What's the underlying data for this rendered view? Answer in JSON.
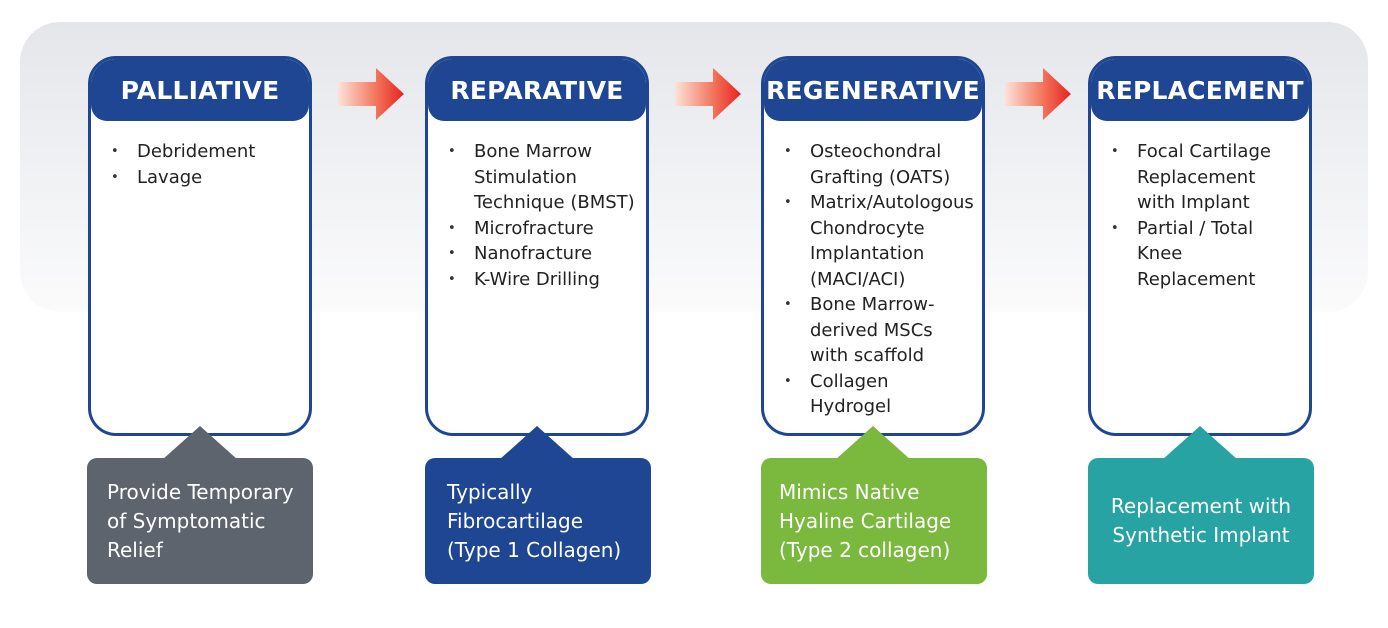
{
  "stages": [
    {
      "title": "PALLIATIVE",
      "items": [
        "Debridement",
        "Lavage"
      ],
      "note": "Provide Temporary of Symptomatic Relief",
      "note_color": "#5d646d"
    },
    {
      "title": "REPARATIVE",
      "items": [
        "Bone Marrow Stimulation Technique (BMST)",
        "Microfracture",
        "Nanofracture",
        "K-Wire Drilling"
      ],
      "note": "Typically Fibrocartilage (Type 1 Collagen)",
      "note_color": "#1e4693"
    },
    {
      "title": "REGENERATIVE",
      "items": [
        "Osteochondral Grafting (OATS)",
        "Matrix/Autologous Chondrocyte Implantation (MACI/ACI)",
        "Bone Marrow-derived MSCs with scaffold",
        "Collagen Hydrogel"
      ],
      "note": "Mimics Native Hyaline Cartilage (Type 2 collagen)",
      "note_color": "#7ab83e"
    },
    {
      "title": "REPLACEMENT",
      "items": [
        "Focal Cartilage Replacement with Implant",
        "Partial / Total Knee Replacement"
      ],
      "note": "Replacement with Synthetic Implant",
      "note_color": "#28a3a3"
    }
  ],
  "colors": {
    "header": "#1e4693",
    "arrow_start": "#fde2da",
    "arrow_end": "#e8231f"
  },
  "arrows": [
    "arrow-right-icon",
    "arrow-right-icon",
    "arrow-right-icon"
  ]
}
